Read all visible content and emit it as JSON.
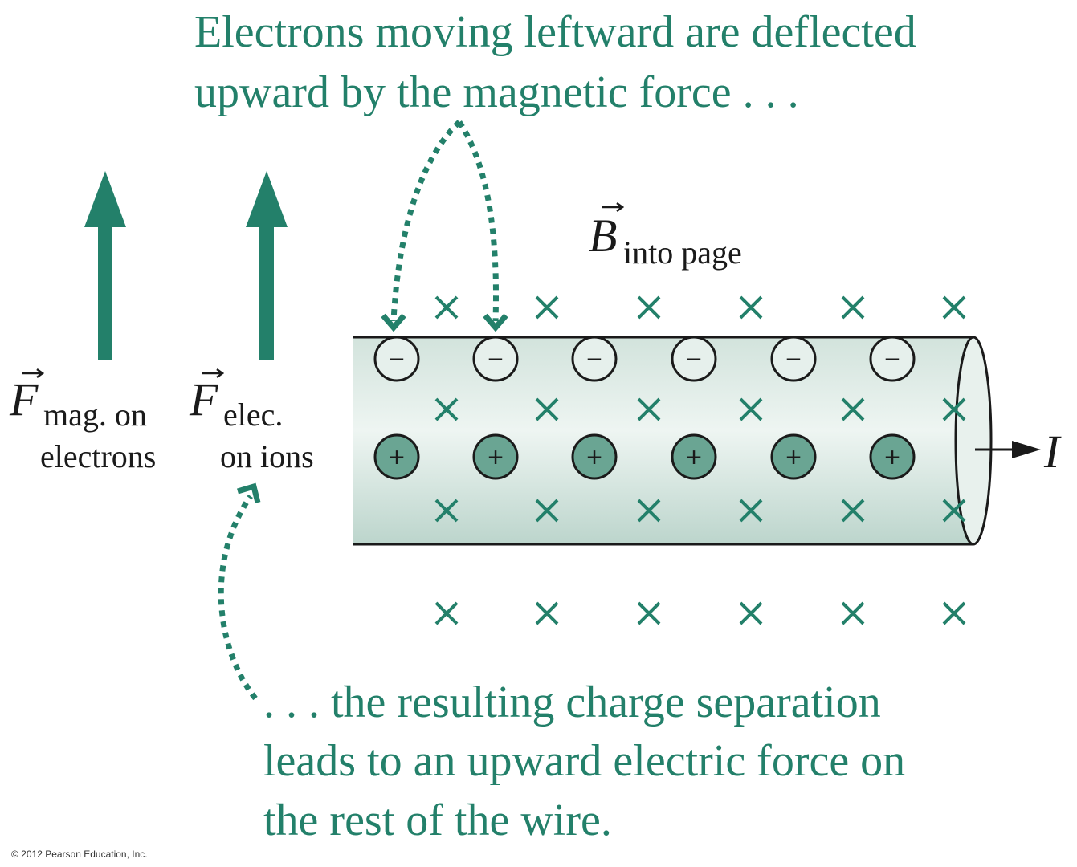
{
  "colors": {
    "accent": "#23806a",
    "ink": "#1a1a1a",
    "wire_light": "#e6f0ec",
    "wire_mid": "#c5dbd3",
    "ion_fill": "#6aa593"
  },
  "captions": {
    "top": [
      "Electrons moving leftward are deflected",
      "upward by the magnetic force . . ."
    ],
    "bottom": [
      ". . . the resulting charge separation",
      "leads to an upward electric force on",
      "the rest of the wire."
    ]
  },
  "labels": {
    "force_symbol": "F",
    "f_mag_sub_1": "mag. on",
    "f_mag_sub_2": "electrons",
    "f_elec_sub_1": "elec.",
    "f_elec_sub_2": "on ions",
    "b_symbol": "B",
    "b_sub": "into page",
    "current_symbol": "I",
    "electron_symbol": "−",
    "ion_symbol": "+",
    "field_symbol": "×"
  },
  "counts": {
    "electrons": 6,
    "ions": 6,
    "field_marks": 24
  },
  "copyright": "© 2012 Pearson Education, Inc."
}
